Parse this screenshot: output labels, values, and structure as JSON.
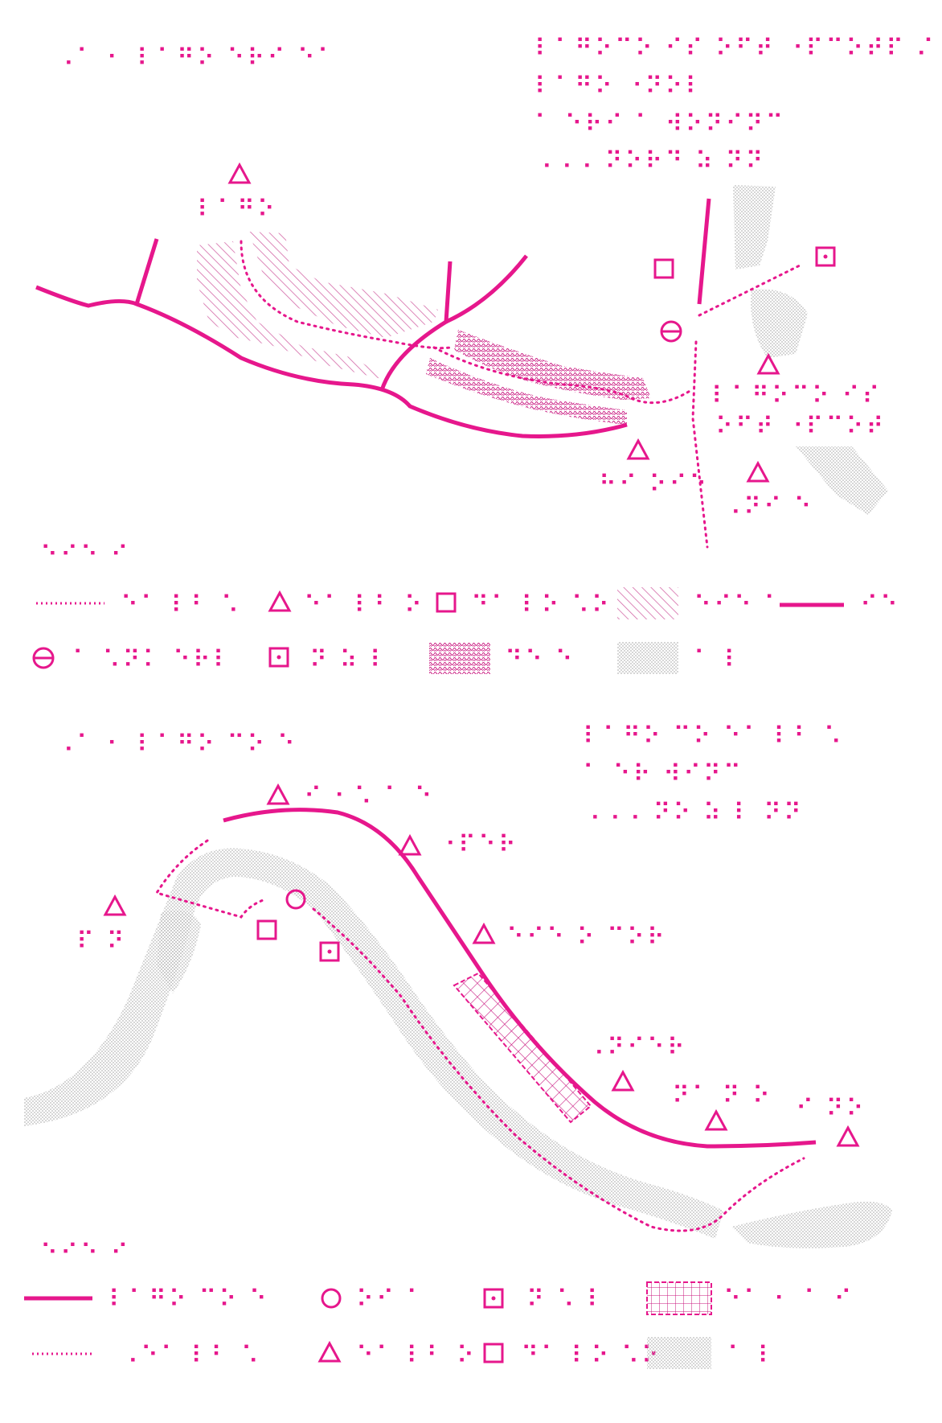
{
  "colors": {
    "ink": "#e6178c",
    "hatch": "#d46aa8",
    "stipple": "#c9c9c9",
    "paper": "#ffffff"
  },
  "map1": {
    "title": "⠠⠁ ⠂ ⠇⠁⠛⠕ ⠑⠗⠊ ⠑⠁",
    "note": [
      "⠇⠁⠛⠕⠉⠕ ⠊⠎ ⠕⠋⠞ ⠐⠏⠉⠕⠞⠏ ⠌",
      "⠇⠁⠛⠕ ⠐⠝⠕⠇",
      "⠁ ⠑⠗⠊ ⠁ ⠺⠕⠝⠊⠝⠉",
      "⠠⠠⠠ ⠝⠕⠗⠙ ⠵ ⠝⠝"
    ],
    "labels": {
      "peak_top": "⠇⠁⠛⠕",
      "peak_right": "⠇⠁⠛⠕⠉⠕ ⠊⠎",
      "peak_right2": "⠕⠋⠞ ⠐⠏⠉⠕⠞",
      "peak_bottom": "⠓⠊ ⠕⠊⠑",
      "peak_bottom2": "⠠⠝⠊ ⠑"
    },
    "legend_title": "⠑⠊⠑ ⠊",
    "legend_row1": [
      {
        "symbol": "dotted-line",
        "label": "⠑⠁ ⠇⠃ ⠡"
      },
      {
        "symbol": "triangle",
        "label": "⠑⠁ ⠇⠃ ⠕"
      },
      {
        "symbol": "square",
        "label": "⠙⠁ ⠇⠕ ⠡⠕"
      },
      {
        "symbol": "hatch",
        "label": "⠑⠊⠑ ⠁"
      },
      {
        "symbol": "thick-line",
        "label": "⠊⠑"
      }
    ],
    "legend_row2": [
      {
        "symbol": "theta-circle",
        "label": "⠁ ⠡⠝⠅ ⠑⠗⠇"
      },
      {
        "symbol": "dotted-square",
        "label": "⠝ ⠵ ⠇"
      },
      {
        "symbol": "dense-pattern",
        "label": "⠙⠑ ⠑"
      },
      {
        "symbol": "stipple",
        "label": "⠁ ⠇"
      }
    ]
  },
  "map2": {
    "title": "⠠⠁ ⠂ ⠇⠁⠛⠕ ⠉⠕ ⠑",
    "note": [
      "⠇⠁⠛⠕ ⠉⠕ ⠑⠁ ⠇⠃ ⠡",
      "⠁ ⠑⠗ ⠺⠊⠝⠉",
      "⠠⠠⠠ ⠝⠕ ⠵ ⠇ ⠝⠝"
    ],
    "labels": {
      "p1": "⠊ ⠂⠡ ⠁ ⠑",
      "p2": "⠐⠏⠑⠗",
      "p3": "⠏ ⠝",
      "p4": "⠑⠊⠑ ⠕ ⠉⠕⠗",
      "p5": "⠠⠝⠊⠑⠗",
      "p6": "⠝⠁ ⠝ ⠕",
      "p7": "⠊ ⠝⠕"
    },
    "legend_title": "⠑⠊⠑ ⠊",
    "legend_row1": [
      {
        "symbol": "thick-line",
        "label": "⠇⠁⠛⠕ ⠉⠕ ⠑"
      },
      {
        "symbol": "circle",
        "label": "⠕⠊ ⠁"
      },
      {
        "symbol": "dotted-square",
        "label": "⠝ ⠡ ⠇"
      },
      {
        "symbol": "crosshatch",
        "label": "⠑⠁ ⠂ ⠁ ⠊"
      }
    ],
    "legend_row2": [
      {
        "symbol": "dotted-line",
        "label": "⠠⠑⠁ ⠇⠃ ⠡"
      },
      {
        "symbol": "triangle",
        "label": "⠑⠁ ⠇⠃ ⠕"
      },
      {
        "symbol": "square",
        "label": "⠙⠁ ⠇⠕ ⠡⠕"
      },
      {
        "symbol": "stipple",
        "label": "⠁ ⠇"
      }
    ]
  }
}
